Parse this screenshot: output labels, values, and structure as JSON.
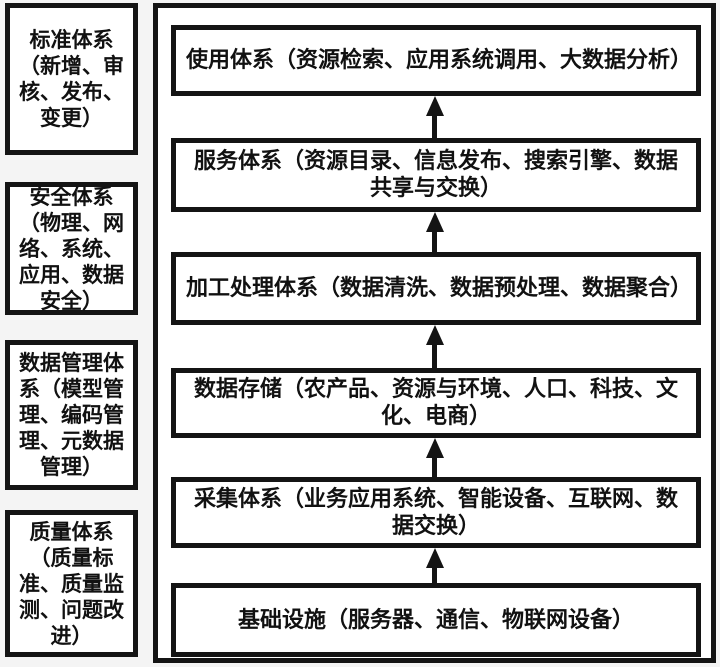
{
  "colors": {
    "page-bg": "#f4f4f4",
    "box-fill": "#ffffff",
    "border": "#141414",
    "text": "#111111"
  },
  "left_column": {
    "boxes": [
      {
        "label": "标准体系（新增、审核、发布、变更）"
      },
      {
        "label": "安全体系（物理、网络、系统、应用、数据安全）"
      },
      {
        "label": "数据管理体系（模型管理、编码管理、元数据管理）"
      },
      {
        "label": "质量体系（质量标准、质量监测、问题改进）"
      }
    ]
  },
  "stack": {
    "layers": [
      {
        "label": "使用体系（资源检索、应用系统调用、大数据分析）"
      },
      {
        "label": "服务体系（资源目录、信息发布、搜索引擎、数据共享与交换）"
      },
      {
        "label": "加工处理体系（数据清洗、数据预处理、数据聚合）"
      },
      {
        "label": "数据存储（农产品、资源与环境、人口、科技、文化、电商）"
      },
      {
        "label": "采集体系（业务应用系统、智能设备、互联网、数据交换）"
      },
      {
        "label": "基础设施（服务器、通信、物联网设备）"
      }
    ],
    "arrow": {
      "name": "up-arrow",
      "glyph": "↑",
      "direction": "up"
    }
  }
}
